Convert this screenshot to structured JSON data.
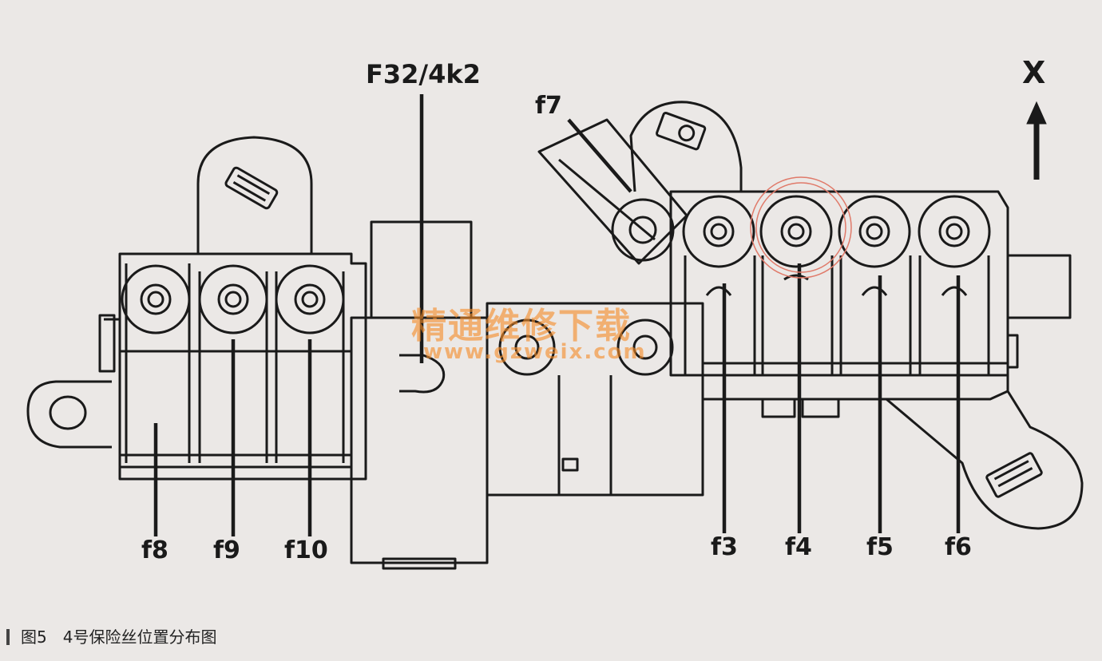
{
  "labels": {
    "f32": "F32/4k2",
    "f7": "f7",
    "x": "X",
    "f8": "f8",
    "f9": "f9",
    "f10": "f10",
    "f3": "f3",
    "f4": "f4",
    "f5": "f5",
    "f6": "f6"
  },
  "watermark": {
    "chinese": "精通维修下载",
    "url": "www.gzweix.com"
  },
  "caption": {
    "figure": "图5",
    "text": "4号保险丝位置分布图"
  },
  "colors": {
    "line": "#1a1a1a",
    "highlight": "#e07a6a",
    "watermark": "#f58c28"
  }
}
